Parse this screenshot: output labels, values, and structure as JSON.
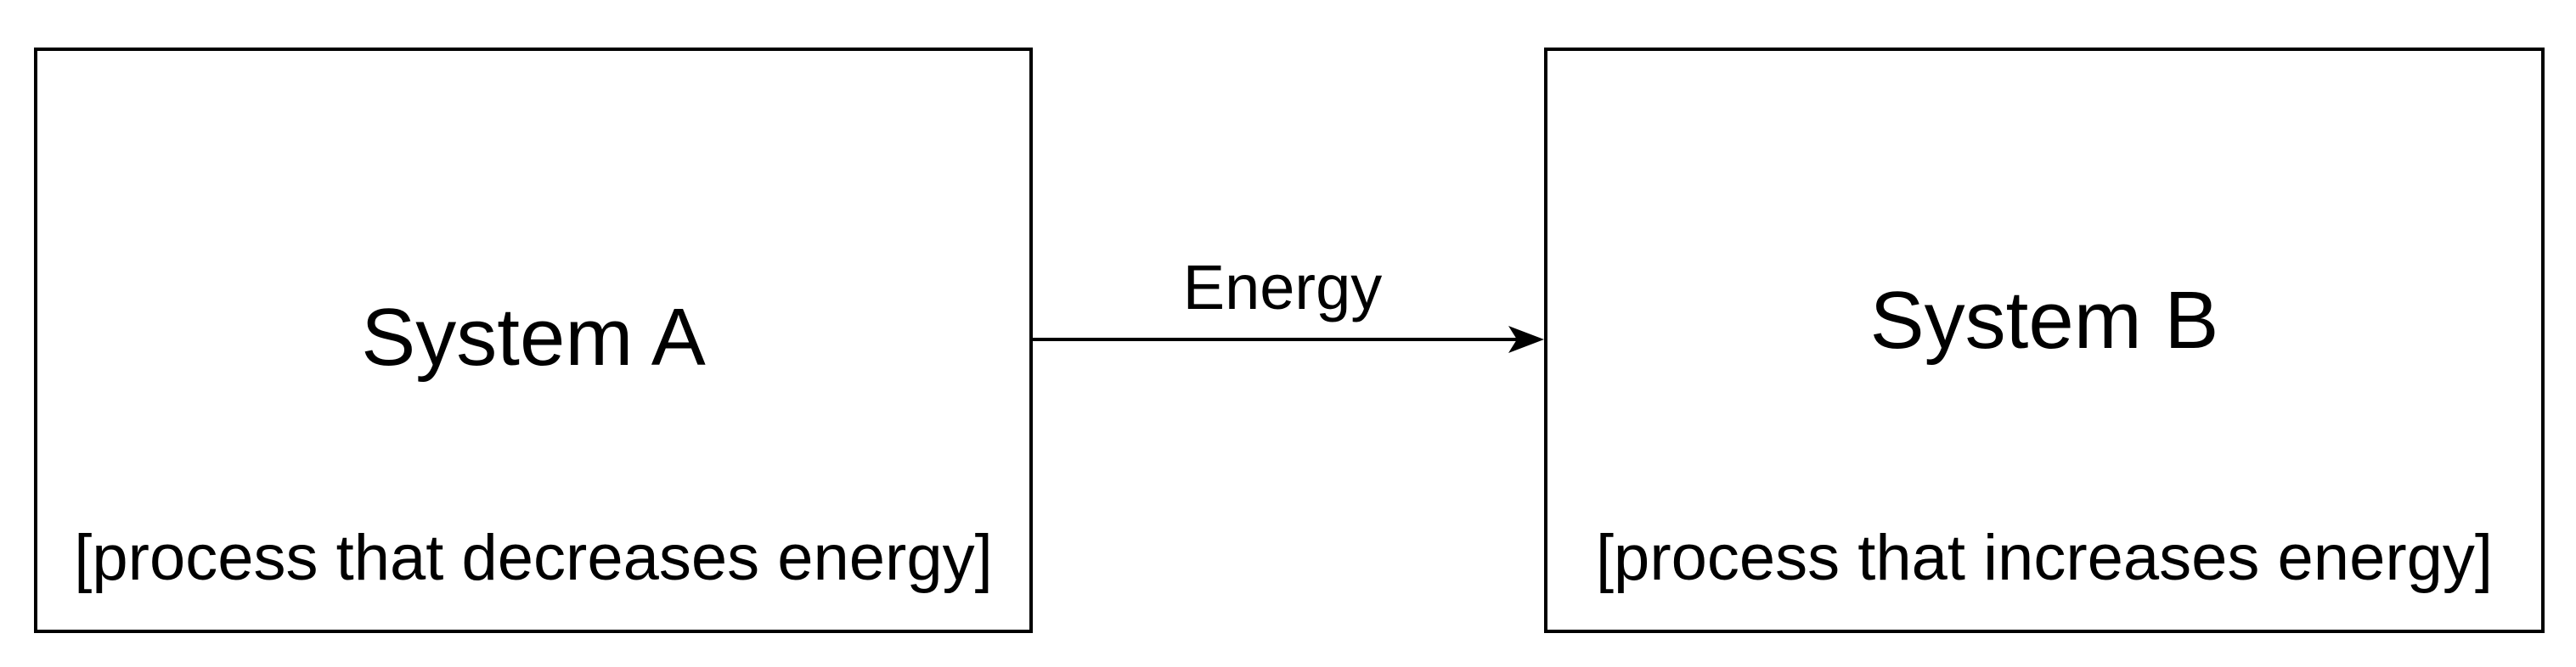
{
  "diagram": {
    "source": {
      "title": "System A",
      "subtitle": "[process that decreases energy]"
    },
    "target": {
      "title": "System B",
      "subtitle": "[process that increases energy]"
    },
    "connection": {
      "label": "Energy",
      "direction": "A-to-B"
    }
  },
  "colors": {
    "stroke": "#000000",
    "background": "#ffffff"
  }
}
